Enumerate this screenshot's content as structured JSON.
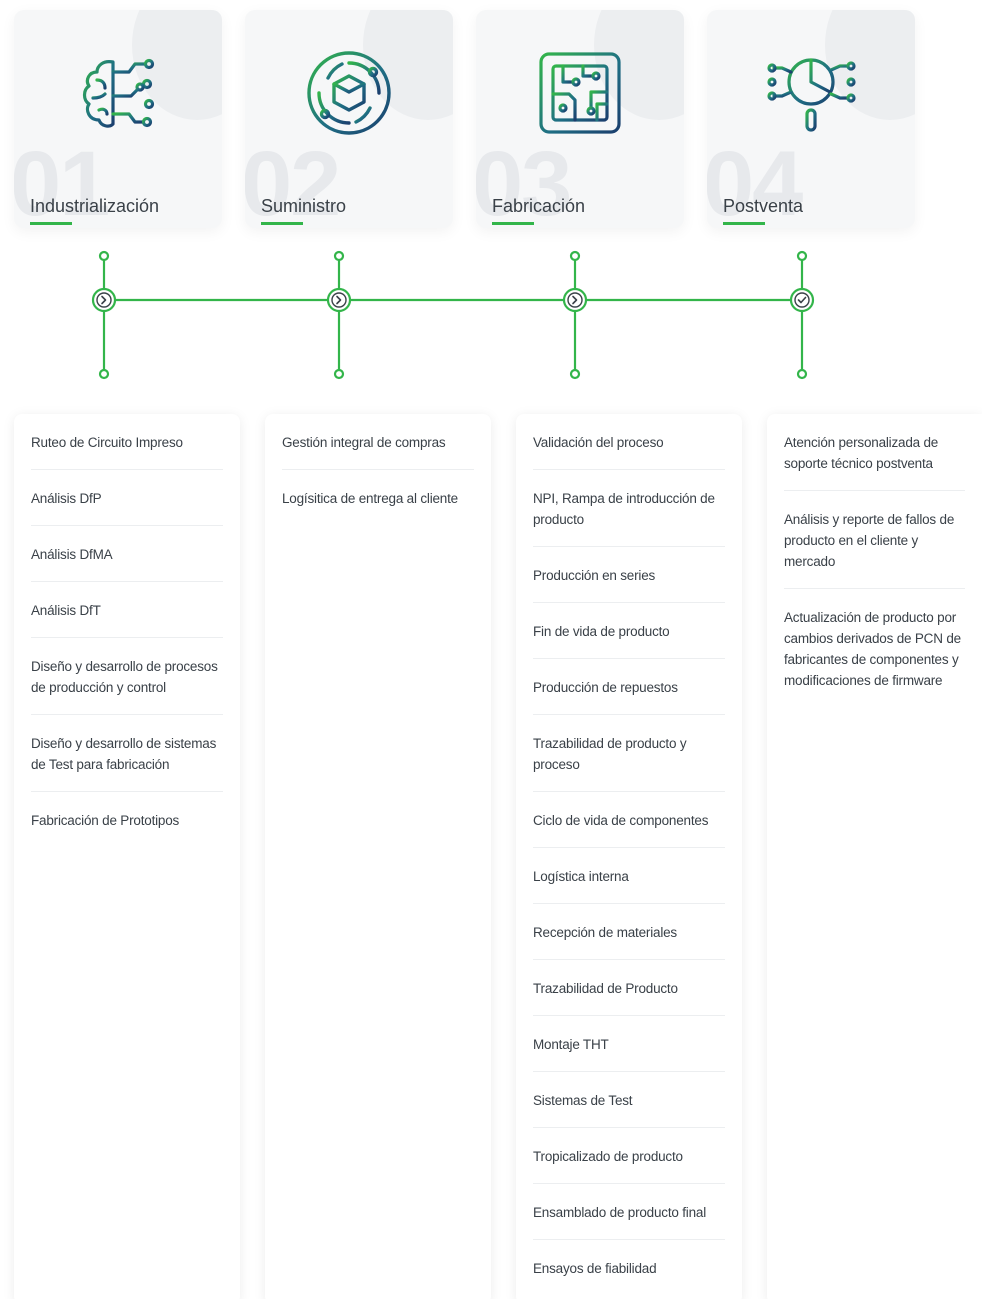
{
  "stages": [
    {
      "number": "01",
      "title": "Industrialización",
      "icon": "brain-circuit-icon"
    },
    {
      "number": "02",
      "title": "Suministro",
      "icon": "box-circle-icon"
    },
    {
      "number": "03",
      "title": "Fabricación",
      "icon": "chip-board-icon"
    },
    {
      "number": "04",
      "title": "Postventa",
      "icon": "magnifier-chart-icon"
    }
  ],
  "timeline": {
    "color": "#33b54a",
    "markers": [
      "chevron-right-icon",
      "chevron-right-icon",
      "chevron-right-icon",
      "check-icon"
    ]
  },
  "columns": [
    {
      "items": [
        "Ruteo de Circuito Impreso",
        "Análisis DfP",
        "Análisis DfMA",
        "Análisis DfT",
        "Diseño y desarrollo de procesos de producción y control",
        "Diseño y desarrollo de sistemas de Test para fabricación",
        "Fabricación de Prototipos"
      ]
    },
    {
      "items": [
        "Gestión integral de compras",
        "Logísitica de entrega al cliente"
      ]
    },
    {
      "items": [
        "Validación del proceso",
        "NPI, Rampa de introducción de producto",
        "Producción en series",
        "Fin de vida de producto",
        "Producción de repuestos",
        "Trazabilidad de producto y proceso",
        "Ciclo de vida de componentes",
        "Logística interna",
        "Recepción de materiales",
        "Trazabilidad de Producto",
        "Montaje THT",
        "Sistemas de Test",
        "Tropicalizado de producto",
        "Ensamblado de producto final",
        "Ensayos de fiabilidad"
      ]
    },
    {
      "items": [
        "Atención personalizada de soporte técnico postventa",
        "Análisis y reporte de fallos de producto en el cliente y mercado",
        "Actualización de producto por cambios derivados de PCN de fabricantes de componentes y modificaciones de firmware"
      ]
    }
  ]
}
